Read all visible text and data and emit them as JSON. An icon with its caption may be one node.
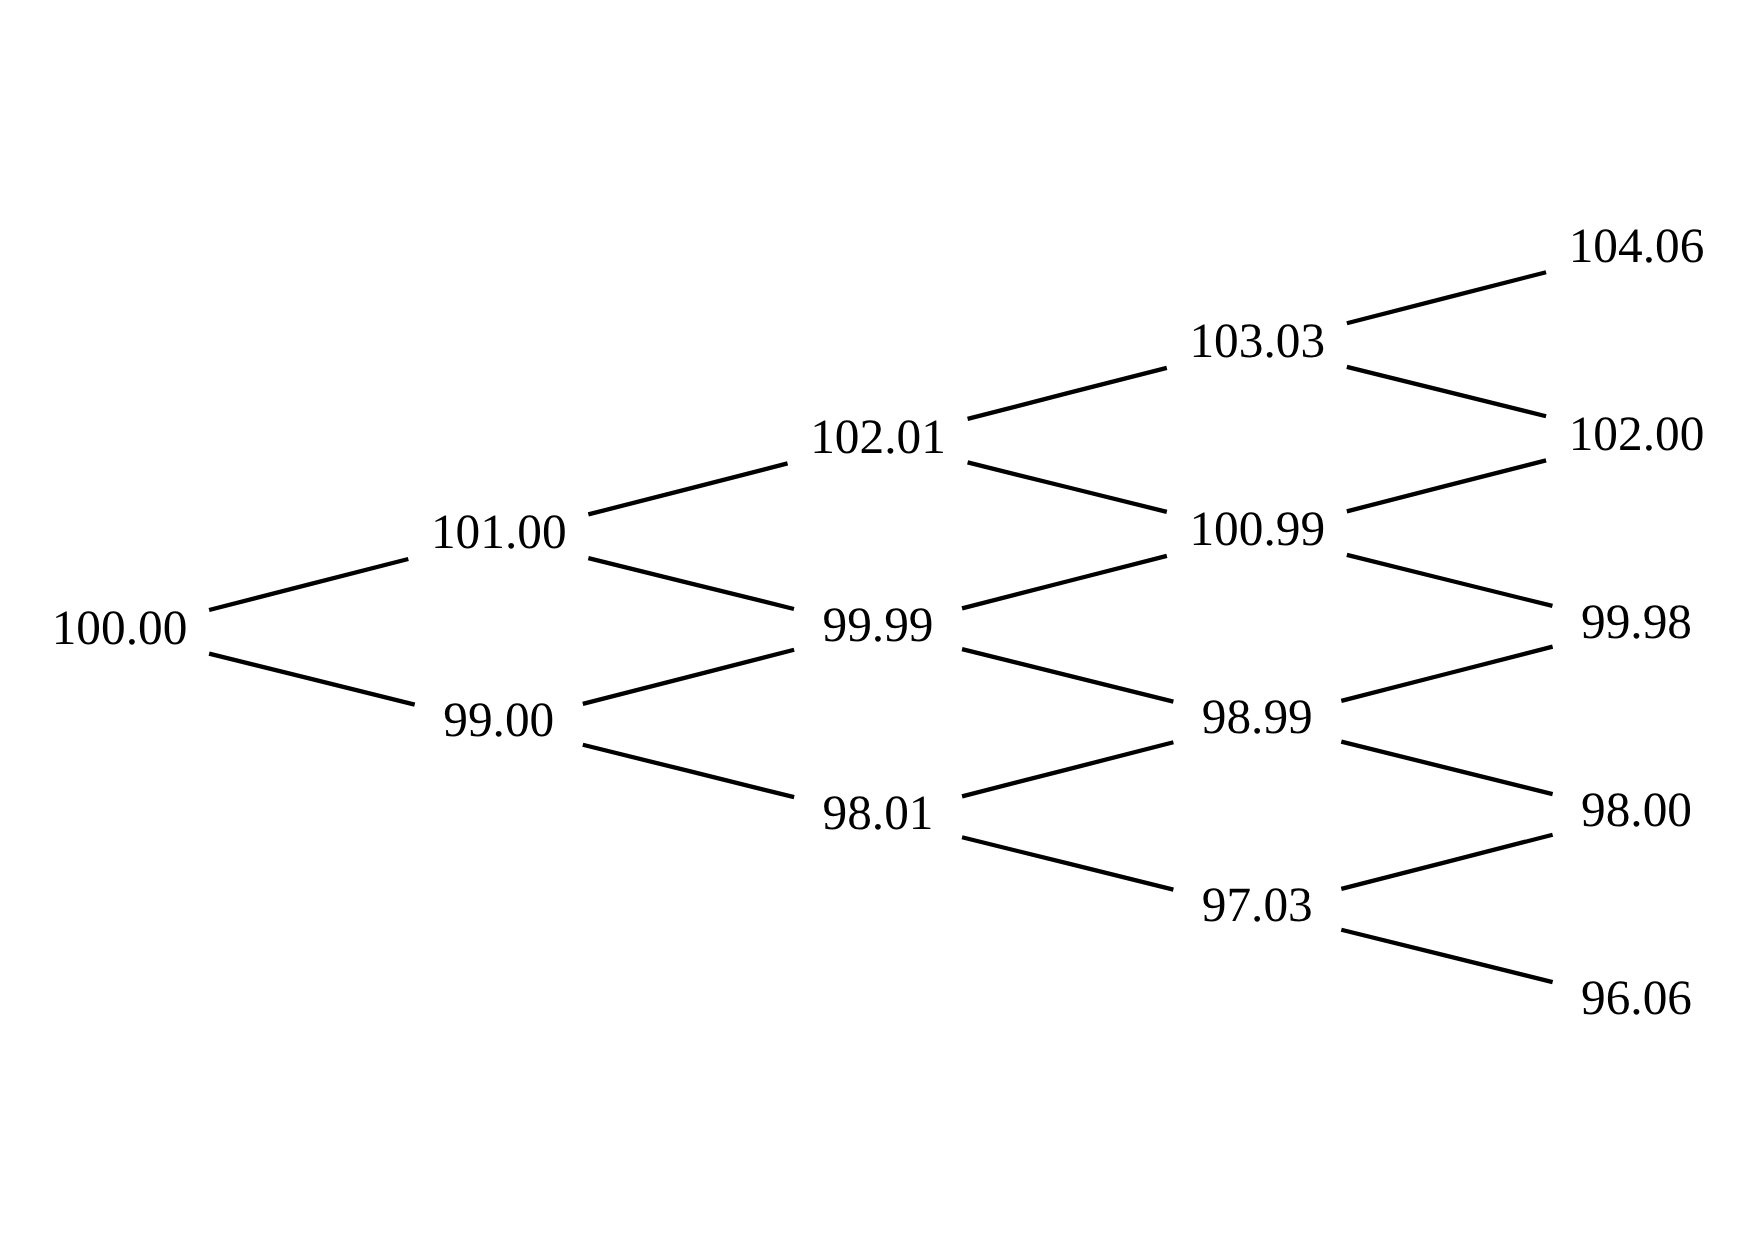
{
  "diagram": {
    "nodes": [
      {
        "text": [
          "100.00"
        ]
      },
      {
        "text": [
          "101.00"
        ]
      },
      {
        "text": [
          "99.00"
        ]
      },
      {
        "text": [
          "102.01"
        ]
      },
      {
        "text": [
          "99.99"
        ]
      },
      {
        "text": [
          "98.01"
        ]
      },
      {
        "text": [
          "103.03"
        ]
      },
      {
        "text": [
          "100.99"
        ]
      },
      {
        "text": [
          "98.99"
        ]
      },
      {
        "text": [
          "97.03"
        ]
      },
      {
        "text": [
          "104.06"
        ]
      },
      {
        "text": [
          "102.00"
        ]
      },
      {
        "text": [
          "99.98"
        ]
      },
      {
        "text": [
          "98.00"
        ]
      },
      {
        "text": [
          "96.06"
        ]
      }
    ],
    "edges": [
      {
        "from": 0,
        "to": 1,
        "arrow": "none"
      },
      {
        "from": 0,
        "to": 2,
        "arrow": "none"
      },
      {
        "from": 1,
        "to": 3,
        "arrow": "none"
      },
      {
        "from": 1,
        "to": 4,
        "arrow": "none"
      },
      {
        "from": 2,
        "to": 4,
        "arrow": "none"
      },
      {
        "from": 2,
        "to": 5,
        "arrow": "none"
      },
      {
        "from": 3,
        "to": 6,
        "arrow": "none"
      },
      {
        "from": 3,
        "to": 7,
        "arrow": "none"
      },
      {
        "from": 4,
        "to": 7,
        "arrow": "none"
      },
      {
        "from": 4,
        "to": 8,
        "arrow": "none"
      },
      {
        "from": 5,
        "to": 8,
        "arrow": "none"
      },
      {
        "from": 5,
        "to": 9,
        "arrow": "none"
      },
      {
        "from": 6,
        "to": 10,
        "arrow": "none"
      },
      {
        "from": 6,
        "to": 11,
        "arrow": "none"
      },
      {
        "from": 7,
        "to": 11,
        "arrow": "none"
      },
      {
        "from": 7,
        "to": 12,
        "arrow": "none"
      },
      {
        "from": 8,
        "to": 12,
        "arrow": "none"
      },
      {
        "from": 8,
        "to": 13,
        "arrow": "none"
      },
      {
        "from": 9,
        "to": 13,
        "arrow": "none"
      },
      {
        "from": 9,
        "to": 14,
        "arrow": "none"
      }
    ]
  }
}
